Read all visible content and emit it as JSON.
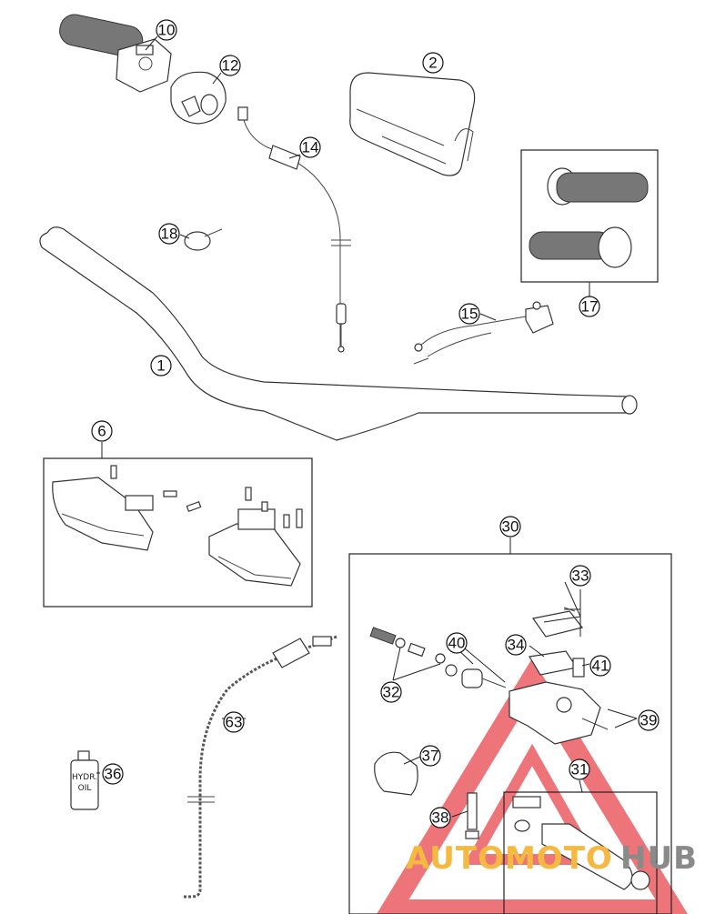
{
  "callouts": [
    {
      "id": "c1",
      "label": "1"
    },
    {
      "id": "c2",
      "label": "2"
    },
    {
      "id": "c6",
      "label": "6"
    },
    {
      "id": "c10",
      "label": "10"
    },
    {
      "id": "c12",
      "label": "12"
    },
    {
      "id": "c14",
      "label": "14"
    },
    {
      "id": "c15",
      "label": "15"
    },
    {
      "id": "c17",
      "label": "17"
    },
    {
      "id": "c18",
      "label": "18"
    },
    {
      "id": "c30",
      "label": "30"
    },
    {
      "id": "c31",
      "label": "31"
    },
    {
      "id": "c32",
      "label": "32"
    },
    {
      "id": "c33",
      "label": "33"
    },
    {
      "id": "c34",
      "label": "34"
    },
    {
      "id": "c36",
      "label": "36"
    },
    {
      "id": "c37",
      "label": "37"
    },
    {
      "id": "c38",
      "label": "38"
    },
    {
      "id": "c39",
      "label": "39"
    },
    {
      "id": "c40",
      "label": "40"
    },
    {
      "id": "c41",
      "label": "41"
    },
    {
      "id": "c63",
      "label": "63"
    }
  ],
  "oil_bottle": {
    "line1": "HYDR.",
    "line2": "OIL"
  },
  "watermark": {
    "part1": "AUTOMOTO",
    "part2": "HUB",
    "color1": "#f5b942",
    "color2": "#8a8a8a",
    "triangle_color": "#e8474d"
  }
}
